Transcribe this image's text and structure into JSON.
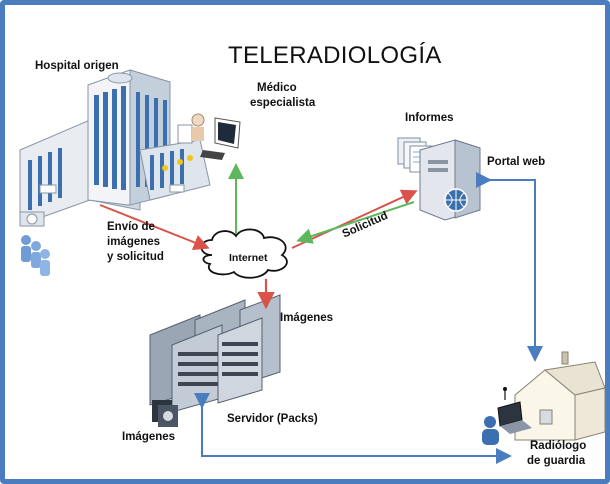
{
  "title": "TELERADIOLOGÍA",
  "labels": {
    "hospital": "Hospital origen",
    "medico_line1": "Médico",
    "medico_line2": "especialista",
    "informes": "Informes",
    "portal": "Portal web",
    "envio_line1": "Envío de",
    "envio_line2": "imágenes",
    "envio_line3": "y solicitud",
    "internet": "Internet",
    "solicitud": "Solicitud",
    "imagenes_center": "Imágenes",
    "servidor": "Servidor (Packs)",
    "imagenes_left": "Imágenes",
    "radiologo_line1": "Radiólogo",
    "radiologo_line2": "de guardia"
  },
  "colors": {
    "frame": "#4a7cc0",
    "red_arrow": "#d9534a",
    "green_arrow": "#5cb85c",
    "blue_arrow": "#4a7cc0"
  }
}
